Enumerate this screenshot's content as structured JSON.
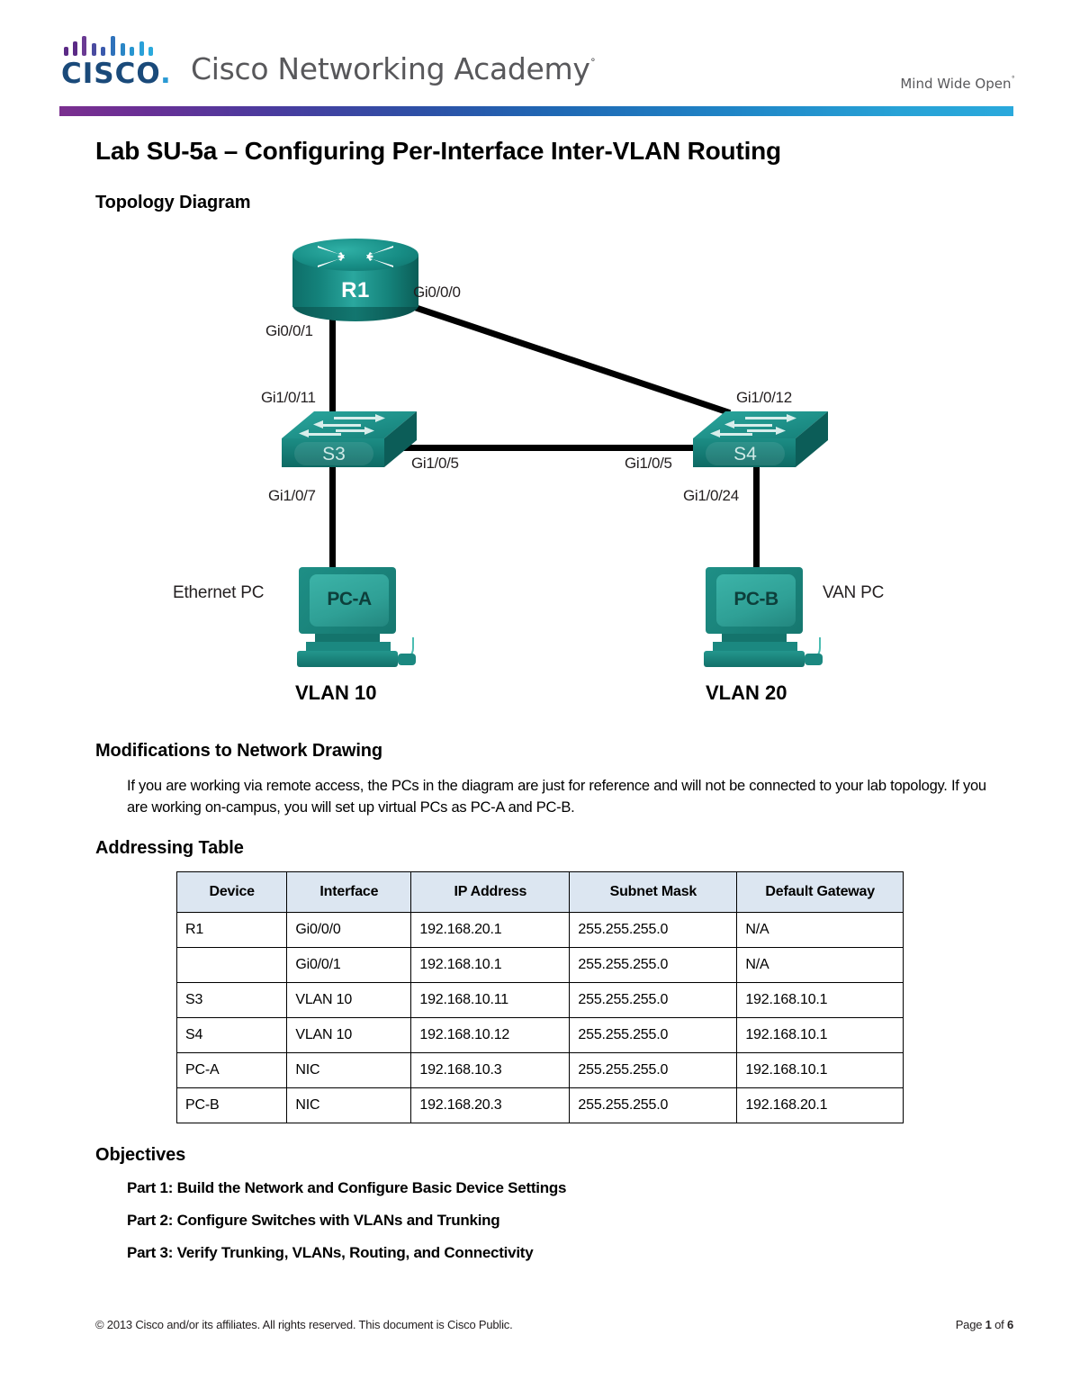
{
  "header": {
    "brand": "CISCO",
    "brand_dot": ".",
    "academy": "Cisco Networking Academy",
    "academy_tm": "˚",
    "tagline": "Mind Wide Open",
    "tagline_tm": "˚",
    "rule_gradient_start": "#7a2f8f",
    "rule_gradient_end": "#2aa9dc"
  },
  "document": {
    "title": "Lab SU-5a – Configuring Per-Interface Inter-VLAN Routing"
  },
  "sections": {
    "topology_heading": "Topology Diagram",
    "modifications_heading": "Modifications to Network Drawing",
    "modifications_body": "If you are working via remote access, the PCs in the diagram are just for reference and will not be connected to your lab topology. If you are working on-campus, you will set up virtual PCs as PC-A and PC-B.",
    "addressing_heading": "Addressing Table",
    "objectives_heading": "Objectives"
  },
  "topology": {
    "device_color": "#178d85",
    "link_color": "#000000",
    "devices": {
      "router": "R1",
      "switch_left": "S3",
      "switch_right": "S4",
      "pc_left": "PC-A",
      "pc_right": "PC-B"
    },
    "interfaces": {
      "r1_gi0_0_0": "Gi0/0/0",
      "r1_gi0_0_1": "Gi0/0/1",
      "s3_gi1_0_11": "Gi1/0/11",
      "s3_gi1_0_5": "Gi1/0/5",
      "s3_gi1_0_7": "Gi1/0/7",
      "s4_gi1_0_12": "Gi1/0/12",
      "s4_gi1_0_5": "Gi1/0/5",
      "s4_gi1_0_24": "Gi1/0/24"
    },
    "annotations": {
      "pc_left_note": "Ethernet PC",
      "pc_right_note": "VAN PC",
      "vlan_left": "VLAN 10",
      "vlan_right": "VLAN 20"
    }
  },
  "addressing_table": {
    "columns": [
      "Device",
      "Interface",
      "IP Address",
      "Subnet Mask",
      "Default Gateway"
    ],
    "rows": [
      [
        "R1",
        "Gi0/0/0",
        "192.168.20.1",
        "255.255.255.0",
        "N/A"
      ],
      [
        "",
        "Gi0/0/1",
        "192.168.10.1",
        "255.255.255.0",
        "N/A"
      ],
      [
        "S3",
        "VLAN 10",
        "192.168.10.11",
        "255.255.255.0",
        "192.168.10.1"
      ],
      [
        "S4",
        "VLAN 10",
        "192.168.10.12",
        "255.255.255.0",
        "192.168.10.1"
      ],
      [
        "PC-A",
        "NIC",
        "192.168.10.3",
        "255.255.255.0",
        "192.168.10.1"
      ],
      [
        "PC-B",
        "NIC",
        "192.168.20.3",
        "255.255.255.0",
        "192.168.20.1"
      ]
    ],
    "header_background": "#dce6f1"
  },
  "objectives": [
    "Part 1: Build the Network and Configure Basic Device Settings",
    "Part 2: Configure Switches with VLANs and Trunking",
    "Part 3: Verify Trunking, VLANs, Routing, and Connectivity"
  ],
  "footer": {
    "copyright": "© 2013 Cisco and/or its affiliates. All rights reserved. This document is Cisco Public.",
    "page_prefix": "Page ",
    "page_number": "1",
    "page_middle": " of ",
    "page_total": "6"
  }
}
